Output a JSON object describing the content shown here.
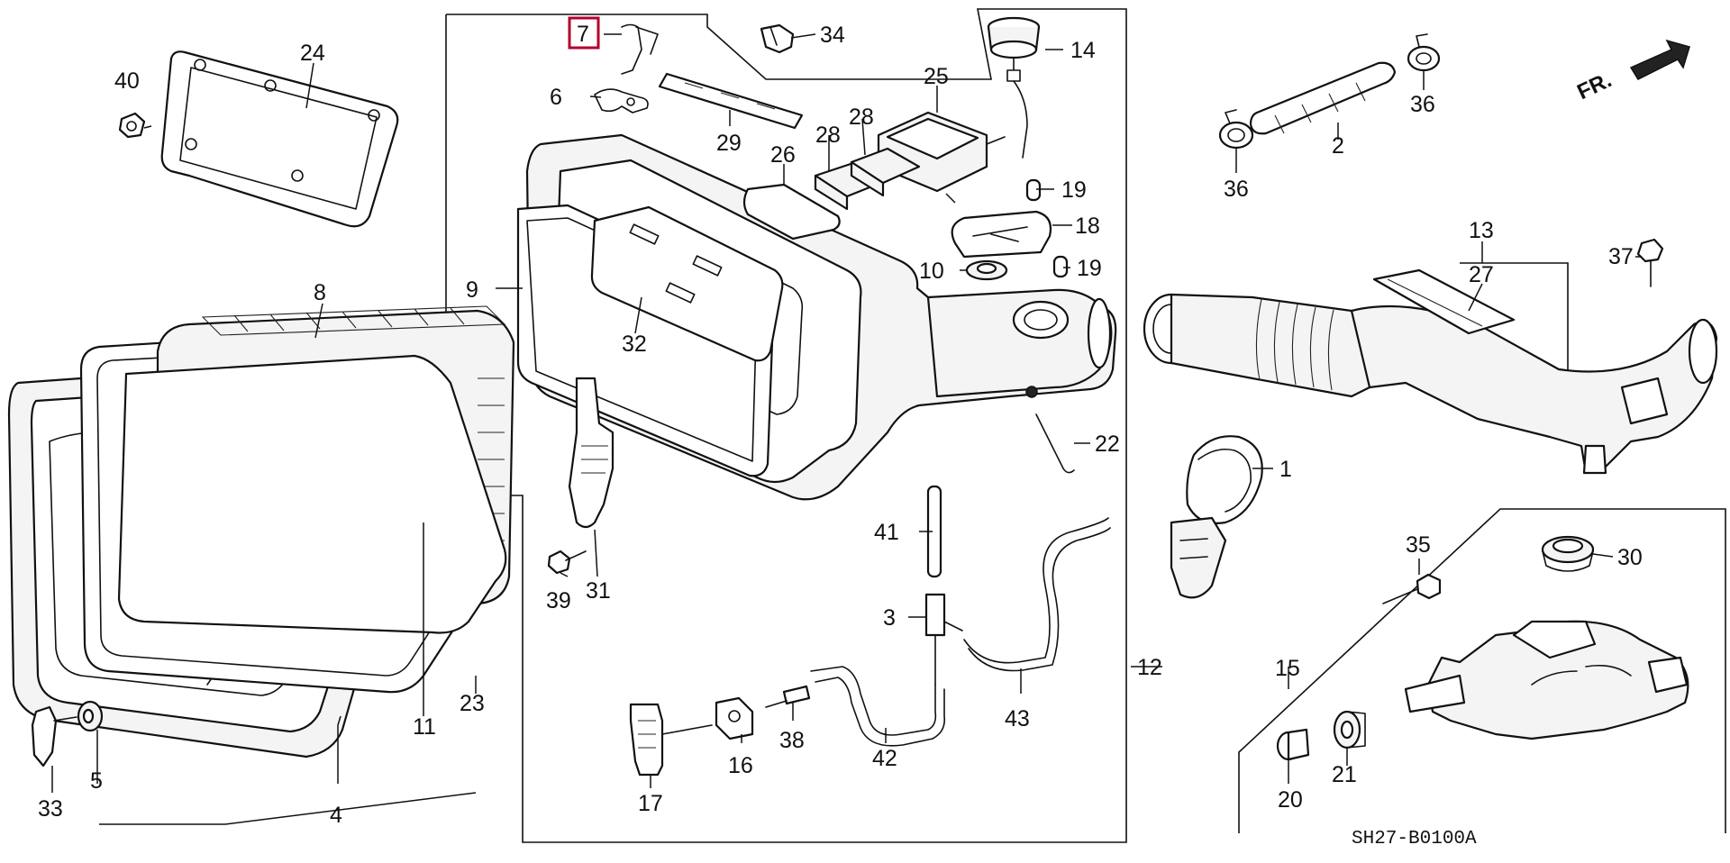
{
  "diagram": {
    "code": "SH27-B0100A",
    "direction_label": "FR.",
    "highlighted_part": "7",
    "highlight_color": "#b3002d"
  },
  "labels": {
    "p1": "1",
    "p2": "2",
    "p3": "3",
    "p4": "4",
    "p5": "5",
    "p6": "6",
    "p7": "7",
    "p8": "8",
    "p9": "9",
    "p10": "10",
    "p11": "11",
    "p12": "12",
    "p13": "13",
    "p14": "14",
    "p15": "15",
    "p16": "16",
    "p17": "17",
    "p18a": "18",
    "p19a": "19",
    "p19b": "19",
    "p20": "20",
    "p21": "21",
    "p22": "22",
    "p23": "23",
    "p24": "24",
    "p25": "25",
    "p26": "26",
    "p27": "27",
    "p28a": "28",
    "p28b": "28",
    "p29": "29",
    "p30": "30",
    "p31": "31",
    "p32": "32",
    "p33": "33",
    "p34": "34",
    "p35": "35",
    "p36a": "36",
    "p36b": "36",
    "p37": "37",
    "p38": "38",
    "p39": "39",
    "p40": "40",
    "p41": "41",
    "p42": "42",
    "p43": "43"
  }
}
